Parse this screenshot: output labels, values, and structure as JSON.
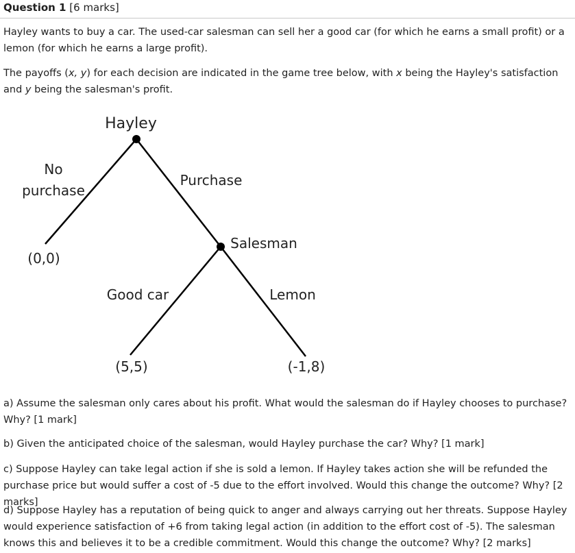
{
  "question": {
    "label": "Question 1",
    "marks": "[6 marks]"
  },
  "intro": {
    "p1": "Hayley wants to buy a car. The used-car salesman can sell her a good car (for which he earns a small profit) or a lemon (for which he earns a large profit).",
    "p2_before": "The payoffs (",
    "p2_xy": "x, y",
    "p2_mid1": ") for each decision are indicated in the game tree below, with ",
    "p2_x": "x",
    "p2_mid2": " being the Hayley's satisfaction and ",
    "p2_y": "y",
    "p2_after": " being the salesman's profit."
  },
  "tree": {
    "root_label": "Hayley",
    "no_label_1": "No",
    "no_label_2": "purchase",
    "purchase_label": "Purchase",
    "salesman_label": "Salesman",
    "good_label": "Good car",
    "lemon_label": "Lemon",
    "payoff_no": "(0,0)",
    "payoff_good": "(5,5)",
    "payoff_lemon": "(-1,8)"
  },
  "questions": {
    "a": "a) Assume the salesman only cares about his profit. What would the salesman do if Hayley chooses to purchase? Why? [1 mark]",
    "b": "b) Given the anticipated choice of the salesman, would Hayley purchase the car? Why? [1 mark]",
    "c": "c) Suppose Hayley can take legal action if she is sold a lemon. If Hayley takes action she will be refunded the purchase price but would suffer a cost of -5 due to the effort involved. Would this change the outcome? Why? [2 marks]",
    "d": "d) Suppose Hayley has a reputation of being quick to anger and always carrying out her threats. Suppose Hayley would experience satisfaction of +6 from taking legal action (in addition to the effort cost of -5). The salesman knows this and believes it to be a credible commitment. Would this change the outcome? Why? [2 marks]"
  }
}
